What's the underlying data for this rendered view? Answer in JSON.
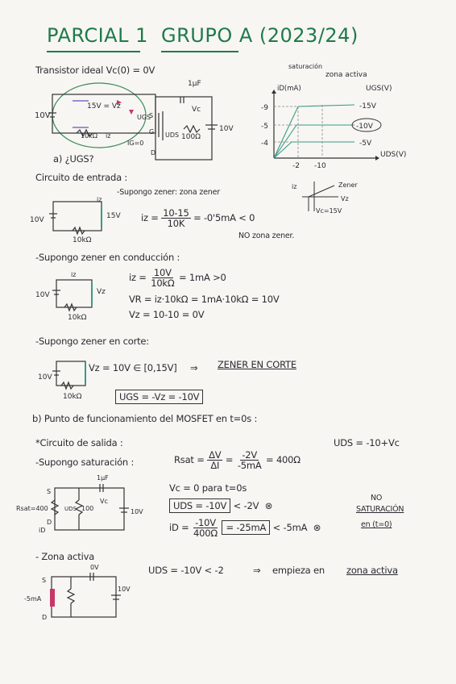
{
  "title": {
    "part1": "PARCIAL 1",
    "part2": "GRUPO A (2023/24)"
  },
  "intro": "Transistor ideal   Vc(0) = 0V",
  "circuit1": {
    "cap": "1μF",
    "src_left": "10V",
    "src_right": "10V",
    "zener": "15V = Vz",
    "r1": "10kΩ",
    "r2": "100Ω",
    "vz": "Vz",
    "vc": "Vc",
    "uds": "UDS",
    "ugs": "UGS",
    "ig": "IG=0",
    "iz": "iz",
    "s": "S",
    "g": "G",
    "d": "D"
  },
  "graph": {
    "sat_label": "saturación",
    "active_label": "zona activa",
    "id_axis": "iD(mA)",
    "ugs_axis": "UGS(V)",
    "uds_axis": "UDS(V)",
    "y_ticks": [
      "-9",
      "-5",
      "-4"
    ],
    "x_ticks": [
      "-2",
      "-10"
    ],
    "curves": [
      "-15V",
      "-10V",
      "-5V"
    ]
  },
  "q_a": "a) ¿UGS?",
  "entrada": {
    "header": "Circuito de entrada :",
    "sup1": "-Supongo zener: zona zener",
    "eq1_lhs": "iz =",
    "eq1_num": "10-15",
    "eq1_den": "10K",
    "eq1_rhs": "= -0'5mA < 0",
    "no_zener": "NO zona zener.",
    "zener_label": "Zener",
    "vz_label": "Vz",
    "vc15": "Vc=15V",
    "iz_label": "iz",
    "c_src": "10V",
    "c_z": "15V",
    "c_r": "10kΩ",
    "c_iz": "iz"
  },
  "conduccion": {
    "header": "-Supongo zener en conducción :",
    "eq_lhs": "iz =",
    "eq_num": "10V",
    "eq_den": "10kΩ",
    "eq_rhs": "= 1mA  >0",
    "vr": "VR = iz·10kΩ = 1mA·10kΩ = 10V",
    "vz": "Vz = 10-10 = 0V",
    "c_src": "10V",
    "c_r": "10kΩ",
    "c_iz": "iz",
    "c_vz": "Vz"
  },
  "corte": {
    "header": "-Supongo zener en corte:",
    "vz": "Vz = 10V ∈ [0,15V]",
    "arrow": "⇒",
    "result": "ZENER EN CORTE",
    "ugs": "UGS = -Vz = -10V",
    "c_src": "10V",
    "c_r": "10kΩ"
  },
  "q_b": "b) Punto de funcionamiento del MOSFET en t=0s :",
  "salida": {
    "header": "*Circuito de salida :",
    "uds_eq": "UDS = -10+Vc",
    "sup": "-Supongo saturación :",
    "rsat_lhs": "Rsat =",
    "rsat_n1": "ΔV",
    "rsat_d1": "ΔI",
    "rsat_n2": "-2V",
    "rsat_d2": "-5mA",
    "rsat_rhs": "= 400Ω",
    "vc0": "Vc = 0   para t=0s",
    "uds_box": "UDS = -10V",
    "uds_cmp": "< -2V",
    "id_lhs": "iD =",
    "id_num": "-10V",
    "id_den": "400Ω",
    "id_box": "= -25mA",
    "id_cmp": "< -5mA",
    "no": "NO",
    "saturacion": "SATURACIÓN",
    "en_t0": "en (t=0)",
    "c_cap": "1μF",
    "c_rsat": "Rsat=400",
    "c_100": "100",
    "c_src": "10V",
    "c_vc": "Vc",
    "c_uds": "UDS",
    "c_s": "S",
    "c_d": "D",
    "c_id": "iD"
  },
  "activa": {
    "header": "- Zona activa",
    "eq": "UDS = -10V < -2",
    "arrow": "⇒",
    "result_pre": "empieza en",
    "result": "zona activa",
    "c_cap": "0V",
    "c_src": "10V",
    "c_i": "-5mA",
    "c_s": "S",
    "c_d": "D"
  }
}
